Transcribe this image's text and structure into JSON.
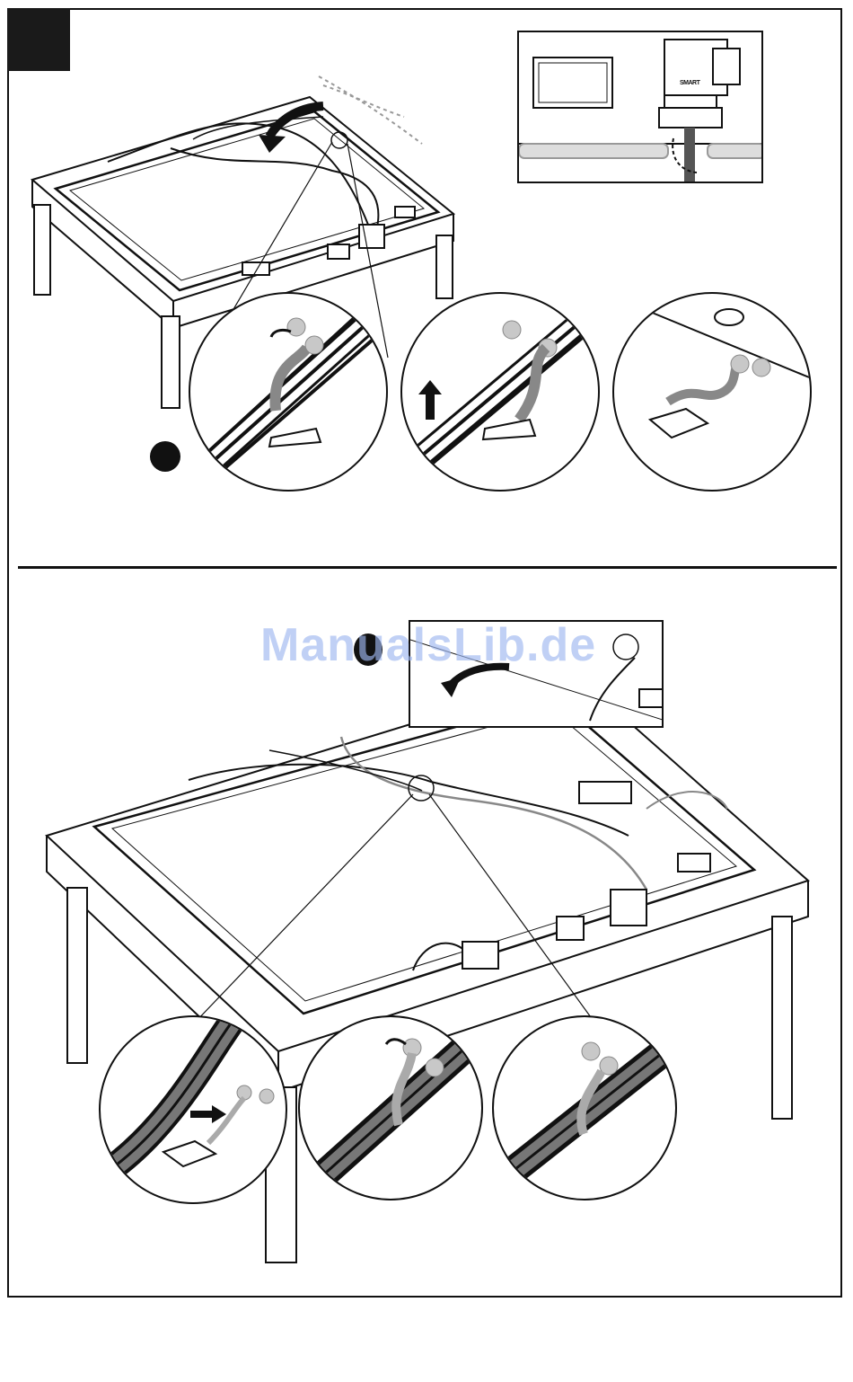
{
  "watermark": {
    "text": "ManualsLib.de"
  },
  "colors": {
    "ink": "#111111",
    "paper": "#ffffff",
    "cable_gray": "#888888",
    "clip_gray": "#c8c8c8",
    "watermark": "#9fb8f0"
  },
  "top_section": {
    "step_marker_icon": "step-number-box",
    "inset": {
      "logo": "SMART"
    },
    "arrow_icons": [
      "curved-arrow",
      "up-arrow",
      "rotate-arrow"
    ],
    "bullet_icon": "filled-dot"
  },
  "bottom_section": {
    "callout_badge_icon": "callout-badge",
    "arrow_icons": [
      "curved-arrow",
      "push-arrow",
      "rotate-arrow"
    ]
  }
}
